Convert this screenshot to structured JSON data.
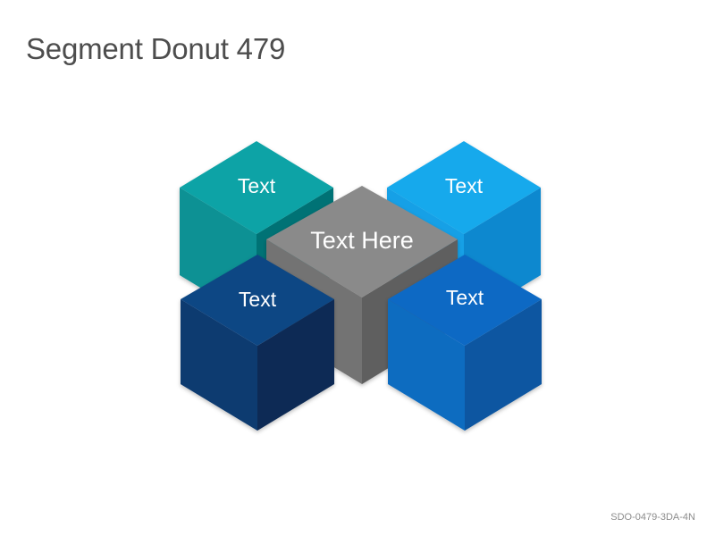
{
  "title": "Segment Donut 479",
  "footer_code": "SDO-0479-3DA-4N",
  "center": {
    "label": "Text Here",
    "colors": {
      "top": "#8a8a8a",
      "left": "#737373",
      "right": "#5f5f5f"
    }
  },
  "cubes": [
    {
      "id": "top-left",
      "label": "Text",
      "colors": {
        "top": "#0ea3a6",
        "left": "#0a9194",
        "right": "#067275"
      }
    },
    {
      "id": "top-right",
      "label": "Text",
      "colors": {
        "top": "#16a9ec",
        "left": "#12a0e6",
        "right": "#0c88cf"
      }
    },
    {
      "id": "bottom-left",
      "label": "Text",
      "colors": {
        "top": "#0e4784",
        "left": "#103a70",
        "right": "#0b2a54"
      }
    },
    {
      "id": "bottom-right",
      "label": "Text",
      "colors": {
        "top": "#0c69c4",
        "left": "#0f6cc0",
        "right": "#0856a1"
      }
    }
  ]
}
